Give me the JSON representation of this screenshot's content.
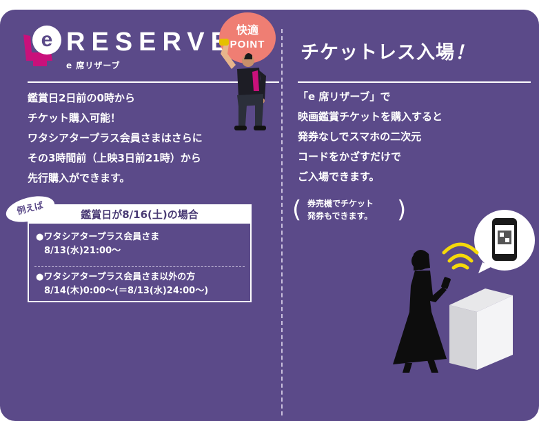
{
  "brand": {
    "name": "RESERVE",
    "sub": "e 席リザーブ"
  },
  "badge": {
    "line1": "快適",
    "line2": "POINT"
  },
  "left": {
    "lines": [
      "鑑賞日2日前の0時から",
      "チケット購入可能！",
      "ワタシアタープラス会員さまはさらに",
      "その3時間前（上映3日前21時）から",
      "先行購入ができます。"
    ],
    "example": {
      "tag": "例えば",
      "heading": "鑑賞日が8/16(土)の場合",
      "item1_title": "●ワタシアタープラス会員さま",
      "item1_time": "8/13(水)21:00～",
      "item2_title": "●ワタシアタープラス会員さま以外の方",
      "item2_time": "8/14(木)0:00～(＝8/13(水)24:00～)"
    }
  },
  "right": {
    "title": "チケットレス入場",
    "title_mark": "！",
    "lines": [
      "「e 席リザーブ」で",
      "映画鑑賞チケットを購入すると",
      "発券なしでスマホの二次元",
      "コードをかざすだけで",
      "ご入場できます。"
    ],
    "note_lines": [
      "券売機でチケット",
      "発券もできます。"
    ]
  },
  "colors": {
    "panel": "#5b4a89",
    "badge": "#ef7e73",
    "logo_seat": "#c9107b",
    "wifi": "#f5d90a"
  },
  "icons": [
    "e-logo-icon",
    "seat-icon",
    "person-figure-icon",
    "woman-silhouette-icon",
    "wifi-icon",
    "phone-qr-icon",
    "ticket-gate-icon"
  ]
}
